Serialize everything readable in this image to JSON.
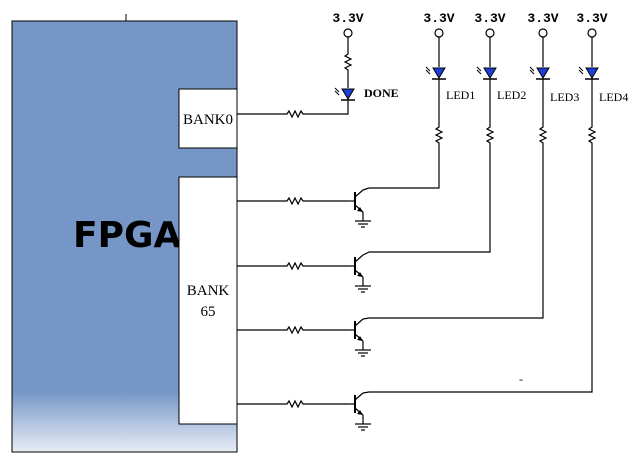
{
  "fpga": {
    "label": "FPGA"
  },
  "banks": {
    "bank0": "BANK0",
    "bank65_line1": "BANK",
    "bank65_line2": "65"
  },
  "supplies": {
    "done": "3.3V",
    "led1": "3.3V",
    "led2": "3.3V",
    "led3": "3.3V",
    "led4": "3.3V"
  },
  "labels": {
    "done": "DONE",
    "led1": "LED1",
    "led2": "LED2",
    "led3": "LED3",
    "led4": "LED4",
    "stray_mark": "-"
  },
  "colors": {
    "fpga_fill": "#7596C6",
    "led_fill": "#1C3FD6",
    "wire": "#000000"
  }
}
